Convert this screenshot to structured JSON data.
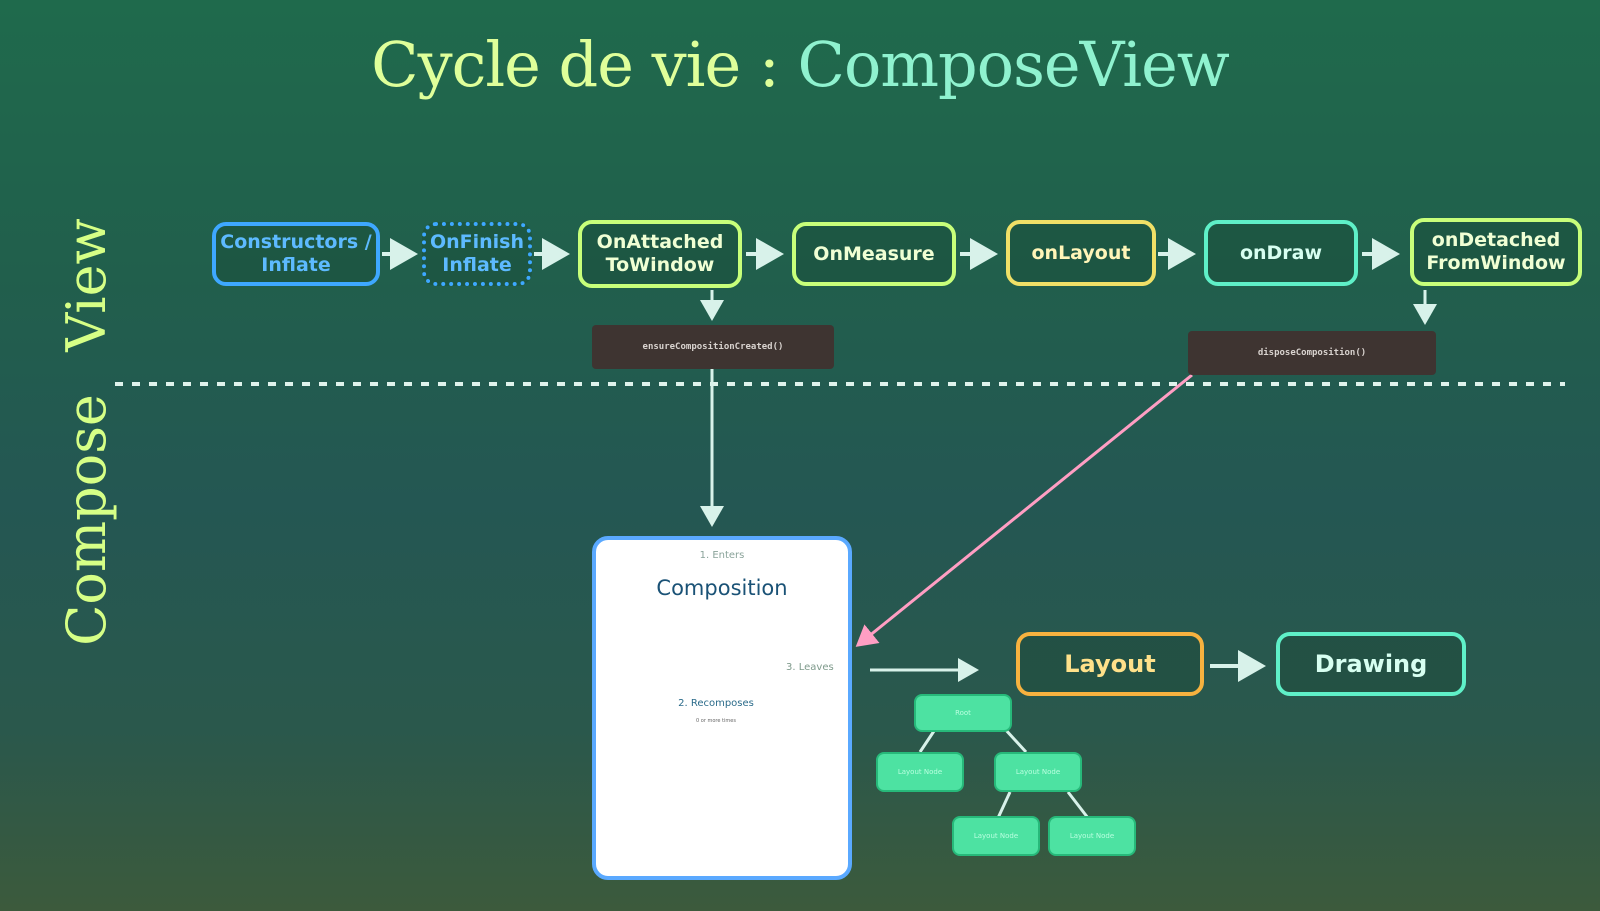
{
  "title": {
    "part1": "Cycle de vie : ",
    "part2": "ComposeView"
  },
  "side_labels": {
    "view": "View",
    "compose": "Compose"
  },
  "view_nodes": [
    {
      "id": "constructors",
      "label": "Constructors / Inflate",
      "color": "blue"
    },
    {
      "id": "on-finish-inflate",
      "label": "OnFinish Inflate",
      "color": "blue"
    },
    {
      "id": "on-attached-to-window",
      "label": "OnAttached ToWindow",
      "color": "green"
    },
    {
      "id": "on-measure",
      "label": "OnMeasure",
      "color": "green"
    },
    {
      "id": "on-layout",
      "label": "onLayout",
      "color": "yellow"
    },
    {
      "id": "on-draw",
      "label": "onDraw",
      "color": "cyan"
    },
    {
      "id": "on-detached-from-window",
      "label": "onDetached FromWindow",
      "color": "green"
    }
  ],
  "methods": {
    "ensure": "ensureCompositionCreated()",
    "dispose": "disposeComposition()"
  },
  "composition": {
    "enters": "1. Enters",
    "title": "Composition",
    "recomposes": "2. Recomposes",
    "recomposes_sub": "0 or more times",
    "leaves": "3. Leaves"
  },
  "phases": {
    "layout": "Layout",
    "drawing": "Drawing"
  },
  "tree": {
    "root": "Root",
    "n1": "Layout Node",
    "n2": "Layout Node",
    "n3": "Layout Node",
    "n4": "Layout Node"
  },
  "colors": {
    "blue": "#3ea8ff",
    "green": "#c8ff7a",
    "yellow": "#f0e067",
    "cyan": "#5ff0c8",
    "layout_border": "#f7b23f",
    "dispose_arrow": "#ff9ec3",
    "tree_node": "#4de2a2"
  }
}
